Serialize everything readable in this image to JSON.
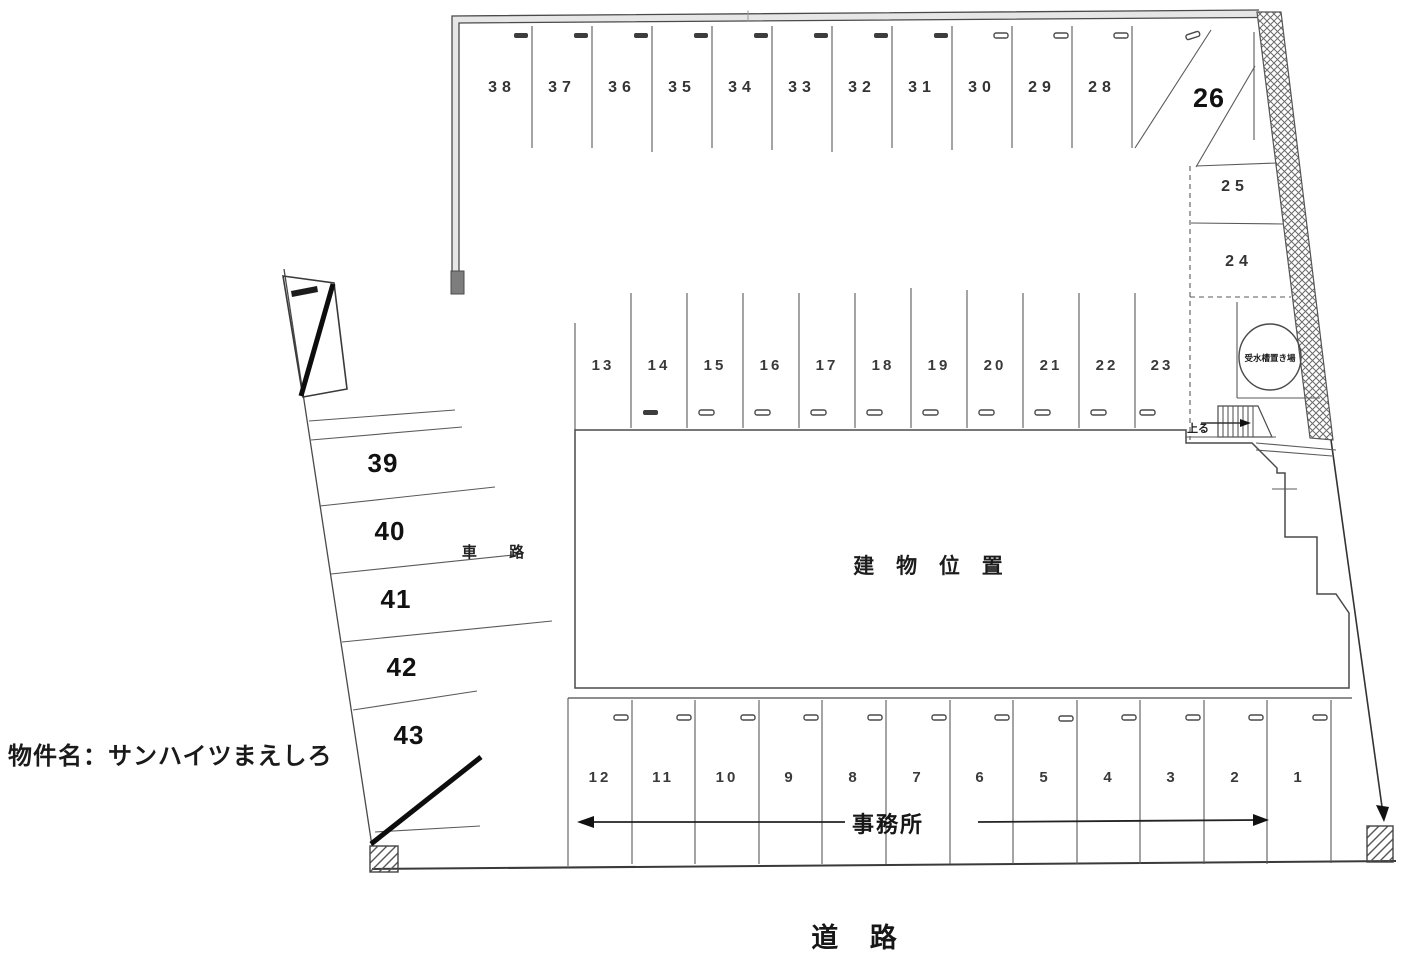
{
  "labels": {
    "property_name": "物件名：サンハイツまえしろ",
    "road": "道 路",
    "driveway": "車 路",
    "building": "建 物 位 置",
    "office": "事務所",
    "stairs_up": "上る",
    "water_tank": "受水槽置き場"
  },
  "stalls": {
    "top_row": [
      "38",
      "37",
      "36",
      "35",
      "34",
      "33",
      "32",
      "31",
      "30",
      "29",
      "28"
    ],
    "corner_stall": "26",
    "right_column": [
      "25",
      "24"
    ],
    "middle_row": [
      "13",
      "14",
      "15",
      "16",
      "17",
      "18",
      "19",
      "20",
      "21",
      "22",
      "23"
    ],
    "bottom_row": [
      "12",
      "11",
      "10",
      "9",
      "8",
      "7",
      "6",
      "5",
      "4",
      "3",
      "2",
      "1"
    ],
    "left_column": [
      "39",
      "40",
      "41",
      "42",
      "43"
    ]
  },
  "colors": {
    "ink": "#3f3f3f",
    "bold_ink": "#111111",
    "paper": "#ffffff",
    "wall_fill": "#e8e8e8"
  }
}
